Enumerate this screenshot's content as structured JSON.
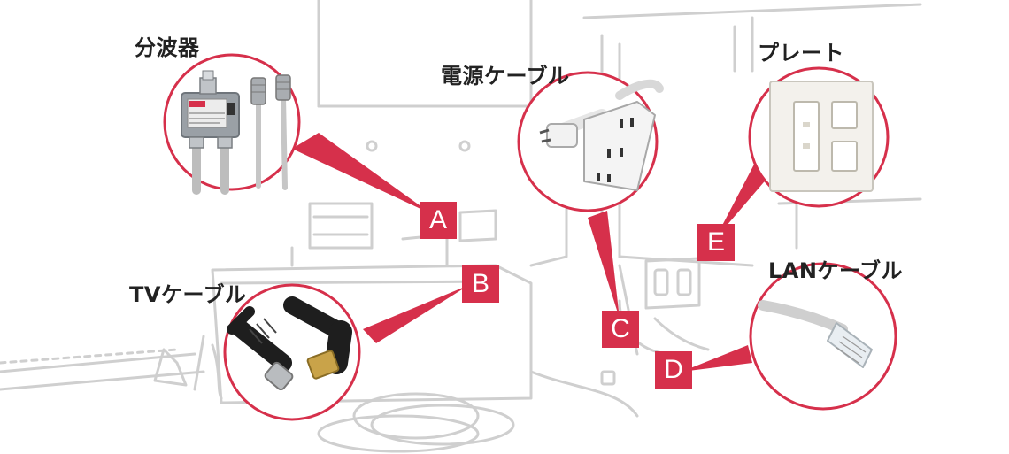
{
  "colors": {
    "accent": "#d6304b",
    "line": "#c8c8c8",
    "text": "#222222",
    "background": "#ffffff"
  },
  "callouts": [
    {
      "id": "A",
      "letter": "A",
      "label": "分波器",
      "item": "splitter"
    },
    {
      "id": "B",
      "letter": "B",
      "label": "TVケーブル",
      "item": "tv-cable"
    },
    {
      "id": "C",
      "letter": "C",
      "label": "電源ケーブル",
      "item": "power-strip"
    },
    {
      "id": "D",
      "letter": "D",
      "label": "LANケーブル",
      "item": "lan-cable"
    },
    {
      "id": "E",
      "letter": "E",
      "label": "プレート",
      "item": "wall-plate"
    }
  ]
}
